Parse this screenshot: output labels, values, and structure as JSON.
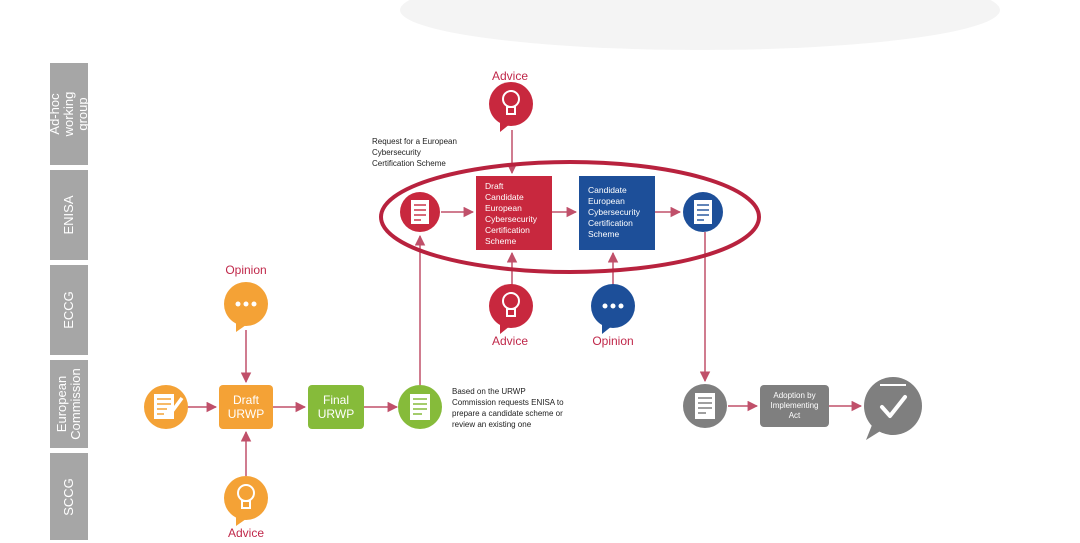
{
  "lanes": [
    {
      "label": "Ad-hoc working\ngroup"
    },
    {
      "label": "ENISA"
    },
    {
      "label": "ECCG"
    },
    {
      "label": "European\nCommission"
    },
    {
      "label": "SCCG"
    }
  ],
  "boxes": {
    "draft_urwp": "Draft\nURWP",
    "final_urwp": "Final\nURWP",
    "draft_candidate": "Draft\nCandidate\nEuropean\nCybersecurity\nCertification\nScheme",
    "candidate": "Candidate\nEuropean\nCybersecurity\nCertification\nScheme",
    "adoption": "Adoption by\nImplementing\nAct"
  },
  "labels": {
    "advice_top": "Advice",
    "advice_mid": "Advice",
    "opinion_mid": "Opinion",
    "opinion_left": "Opinion",
    "advice_bottom": "Advice"
  },
  "notes": {
    "request": "Request for a European\nCybersecurity\nCertification Scheme",
    "urwp_based": "Based on the URWP\nCommission requests ENISA to\nprepare a candidate scheme or\nreview an existing one"
  },
  "colors": {
    "enisa_red": "#c8283e",
    "ec_blue": "#1d4f99",
    "sccg_orange": "#f4a236",
    "ec_green": "#86bb3a",
    "gray": "#7f7f7f",
    "connector": "#c0506a"
  }
}
